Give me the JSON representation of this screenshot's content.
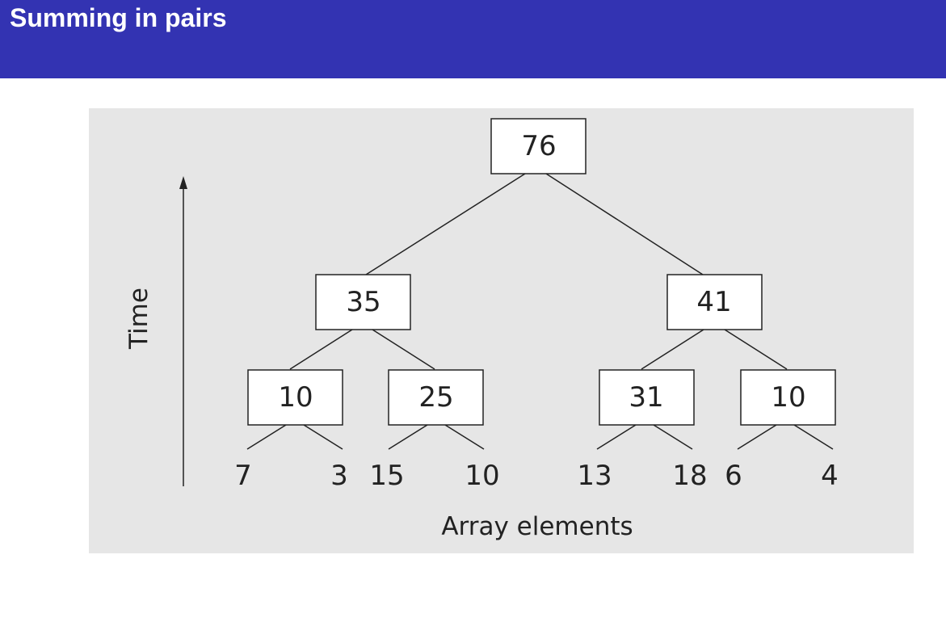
{
  "slide": {
    "title": "Summing in pairs"
  },
  "diagram": {
    "nodes": {
      "root": "76",
      "left": "35",
      "right": "41",
      "ll": "10",
      "lr": "25",
      "rl": "31",
      "rr": "10"
    },
    "elements": [
      "7",
      "3",
      "15",
      "10",
      "13",
      "18",
      "6",
      "4"
    ],
    "x_label": "Array elements",
    "y_label": "Time"
  },
  "colors": {
    "title_bar": "#3333b2",
    "figure_background": "#e6e6e6",
    "box_fill": "#ffffff",
    "line": "#222222"
  }
}
